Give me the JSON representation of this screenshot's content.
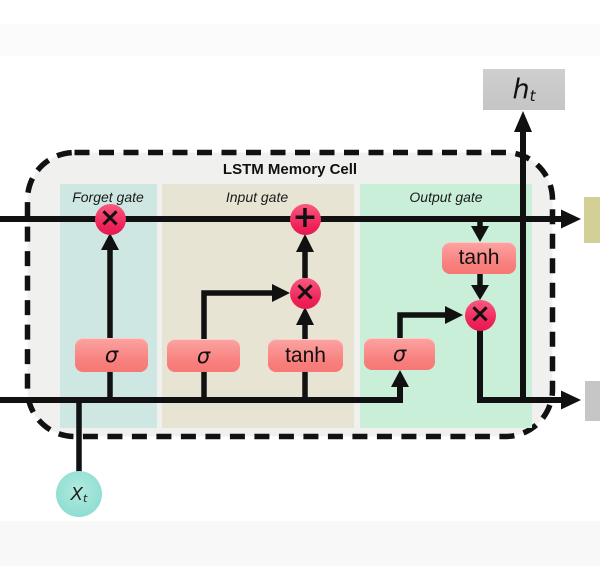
{
  "diagram": {
    "title": "LSTM Memory Cell",
    "gates": [
      {
        "label": "Forget gate"
      },
      {
        "label": "Input gate"
      },
      {
        "label": "Output gate"
      }
    ],
    "nodes": {
      "forget_sigma": "σ",
      "input_sigma": "σ",
      "input_tanh": "tanh",
      "output_sigma": "σ",
      "output_tanh": "tanh"
    },
    "operators": {
      "forget_multiply": "×",
      "input_add": "+",
      "input_multiply": "×",
      "output_multiply": "×"
    },
    "io": {
      "hidden_output": {
        "main": "h",
        "sub": "t"
      },
      "input": {
        "main": "X",
        "sub": "t"
      }
    },
    "colors": {
      "operator_circle": "#ee2058",
      "node_box": "#f87f7d",
      "forget_panel": "#cfe7e2",
      "input_panel": "#e7e4d3",
      "output_panel": "#c9efd9",
      "cell_background": "#f0f0ee",
      "input_circle": "#93dfd4",
      "hidden_box": "#c9c9c9",
      "cell_state_stub": "#d2cf97",
      "hidden_state_stub": "#c6c6c6",
      "line": "#111111"
    }
  }
}
